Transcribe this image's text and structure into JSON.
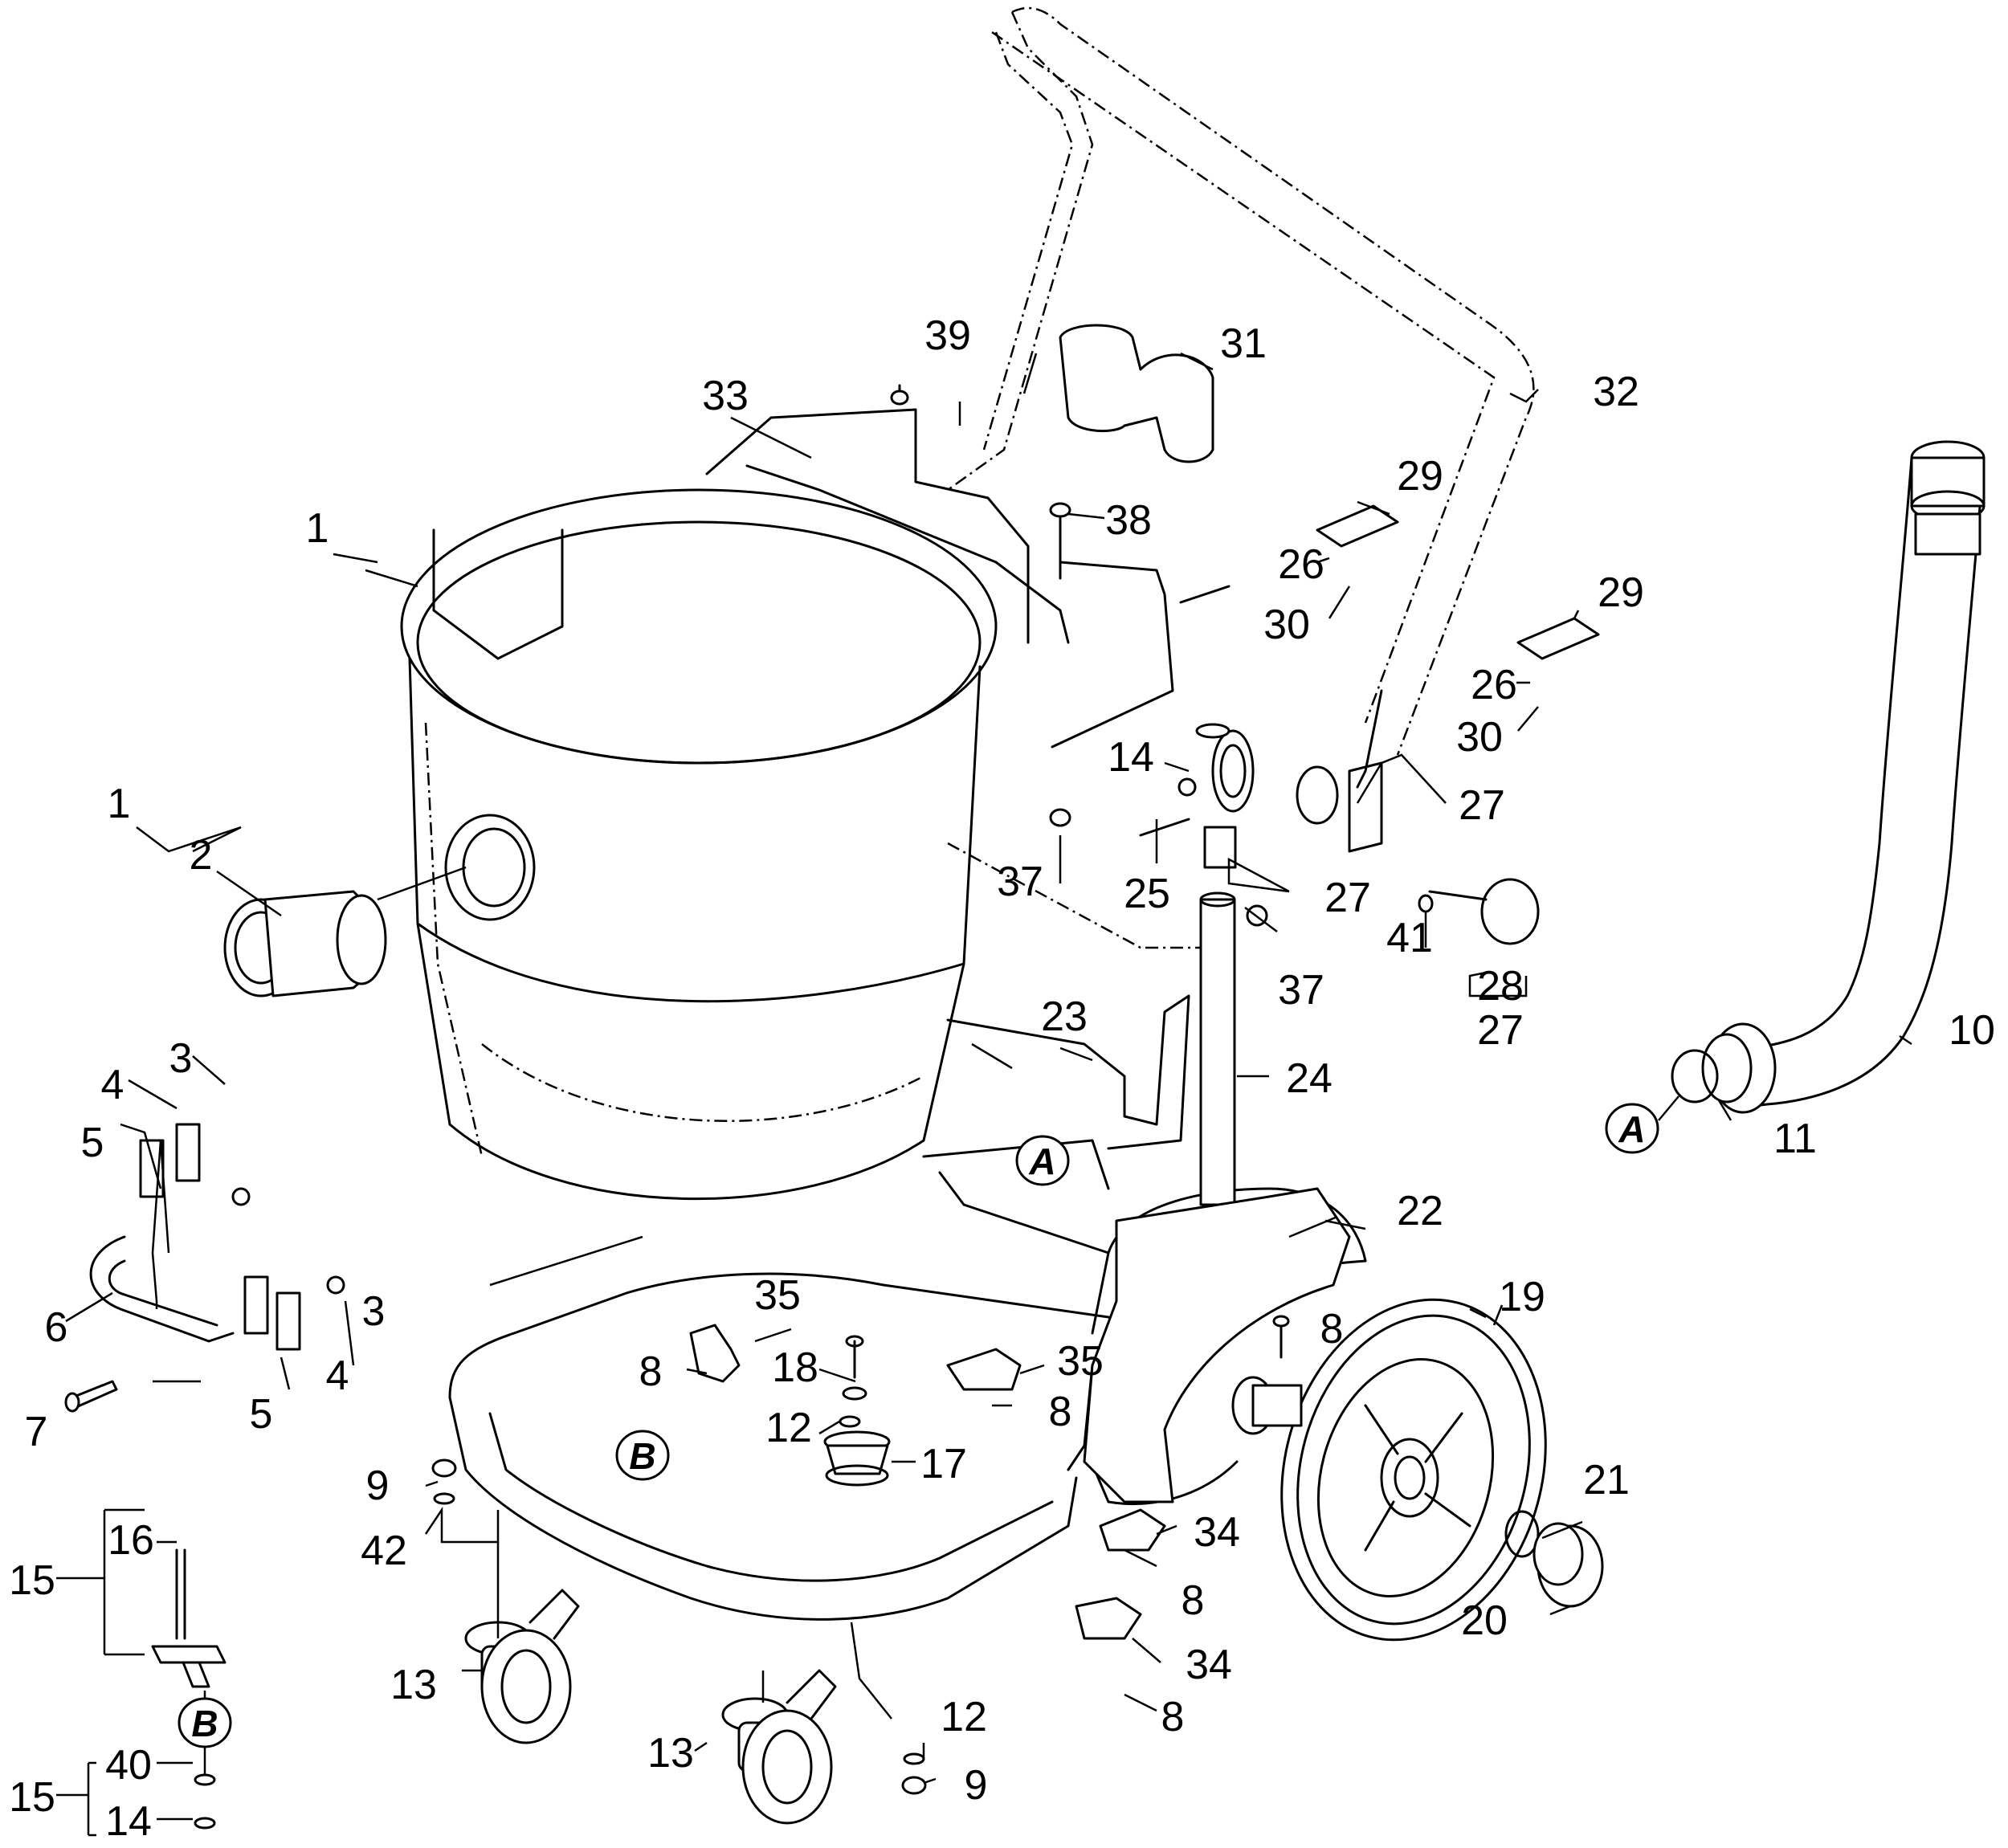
{
  "diagram": {
    "labels": {
      "l1a": "1",
      "l1b": "1",
      "l2": "2",
      "l3a": "3",
      "l3b": "3",
      "l4a": "4",
      "l4b": "4",
      "l5a": "5",
      "l5b": "5",
      "l6": "6",
      "l7": "7",
      "l8a": "8",
      "l8b": "8",
      "l8c": "8",
      "l8d": "8",
      "l8e": "8",
      "l9a": "9",
      "l9b": "9",
      "l10": "10",
      "l11": "11",
      "l12a": "12",
      "l12b": "12",
      "l13a": "13",
      "l13b": "13",
      "l14a": "14",
      "l14b": "14",
      "l15a": "15",
      "l15b": "15",
      "l16": "16",
      "l17": "17",
      "l18": "18",
      "l19": "19",
      "l20": "20",
      "l21": "21",
      "l22": "22",
      "l23": "23",
      "l24": "24",
      "l25": "25",
      "l26a": "26",
      "l26b": "26",
      "l27a": "27",
      "l27b": "27",
      "l27c": "27",
      "l28": "28",
      "l29a": "29",
      "l29b": "29",
      "l30a": "30",
      "l30b": "30",
      "l31": "31",
      "l32": "32",
      "l33": "33",
      "l34a": "34",
      "l34b": "34",
      "l35a": "35",
      "l35b": "35",
      "l37a": "37",
      "l37b": "37",
      "l38": "38",
      "l39": "39",
      "l40": "40",
      "l41": "41",
      "l42": "42"
    },
    "callouts": {
      "a1": "A",
      "a2": "A",
      "b1": "B",
      "b2": "B"
    }
  }
}
